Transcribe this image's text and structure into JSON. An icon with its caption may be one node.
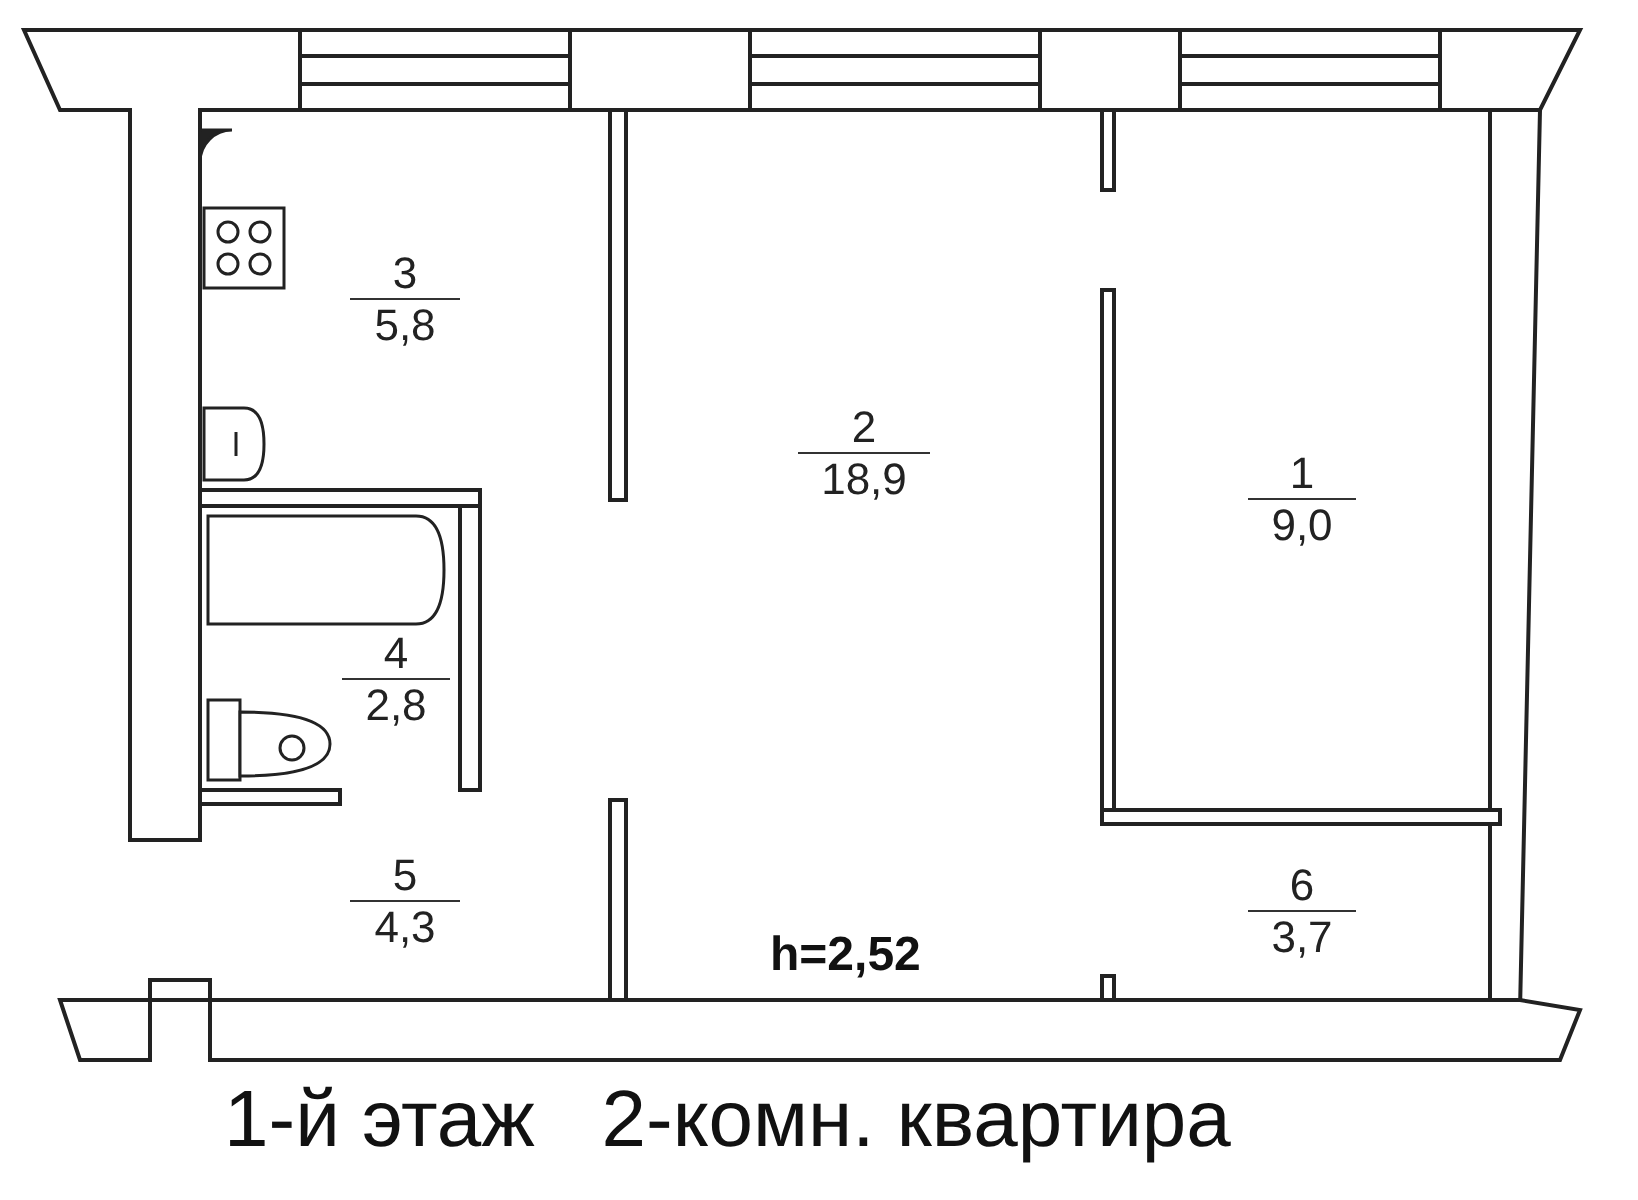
{
  "diagram": {
    "caption": "1-й этаж   2-комн. квартира",
    "nodes": [
      {
        "text": [
          "3",
          "5,8"
        ]
      },
      {
        "text": [
          "2",
          "18,9"
        ]
      },
      {
        "text": [
          "1",
          "9,0"
        ]
      },
      {
        "text": [
          "4",
          "2,8"
        ]
      },
      {
        "text": [
          "5",
          "4,3"
        ]
      },
      {
        "text": [
          "6",
          "3,7"
        ]
      }
    ],
    "labels": [
      "h=2,52"
    ]
  }
}
